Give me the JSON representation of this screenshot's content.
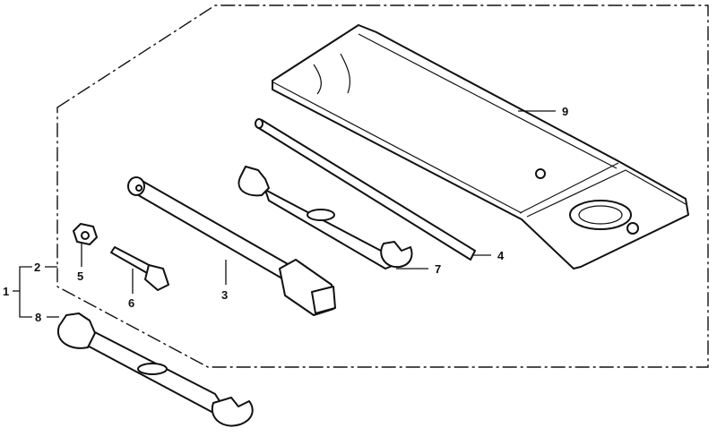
{
  "parts": [
    {
      "id": "1",
      "label": "1"
    },
    {
      "id": "2",
      "label": "2"
    },
    {
      "id": "3",
      "label": "3"
    },
    {
      "id": "4",
      "label": "4"
    },
    {
      "id": "5",
      "label": "5"
    },
    {
      "id": "6",
      "label": "6"
    },
    {
      "id": "7",
      "label": "7"
    },
    {
      "id": "8",
      "label": "8"
    },
    {
      "id": "9",
      "label": "9"
    }
  ],
  "colors": {
    "line": "#111111",
    "background": "#ffffff"
  }
}
